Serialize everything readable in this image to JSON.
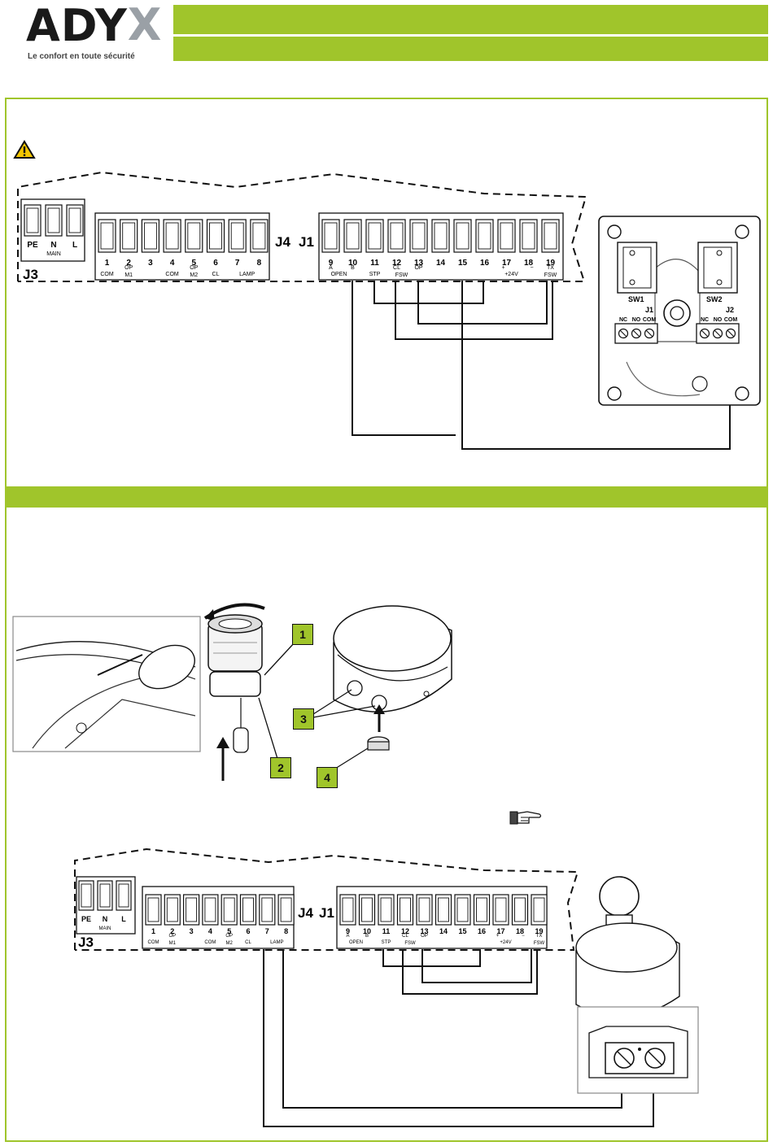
{
  "header": {
    "brand": "ADY",
    "brand_x": "X",
    "tagline": "Le confort en toute sécurité"
  },
  "wiring1": {
    "connector_labels": {
      "j3": "J3",
      "j4": "J4",
      "j1": "J1",
      "sw1": "SW1",
      "sw2": "SW2",
      "j1_sw": "J1",
      "j2_sw": "J2"
    },
    "main_terminals": [
      "PE",
      "N",
      "L"
    ],
    "main_caption": "MAIN",
    "j4_numbers": [
      "1",
      "2",
      "3",
      "4",
      "5",
      "6",
      "7",
      "8"
    ],
    "j4_labels": [
      "COM",
      "OP",
      "M1",
      "COM",
      "OP",
      "M2",
      "CL",
      "LAMP"
    ],
    "j1_numbers": [
      "9",
      "10",
      "11",
      "12",
      "13",
      "14",
      "15",
      "16",
      "17",
      "18",
      "19"
    ],
    "j1_labels": [
      "A",
      "B",
      "OPEN",
      "STP",
      "CL",
      "FSW",
      "OP",
      "+",
      "+24V",
      "−",
      "TX",
      "FSW"
    ],
    "switch_terminals": [
      "NC",
      "NO",
      "COM"
    ]
  },
  "steps": [
    "1",
    "2",
    "3",
    "4"
  ],
  "colors": {
    "accent": "#a0c52b",
    "line": "#111111"
  },
  "icons": [
    "warning-icon",
    "pointing-hand-icon"
  ]
}
